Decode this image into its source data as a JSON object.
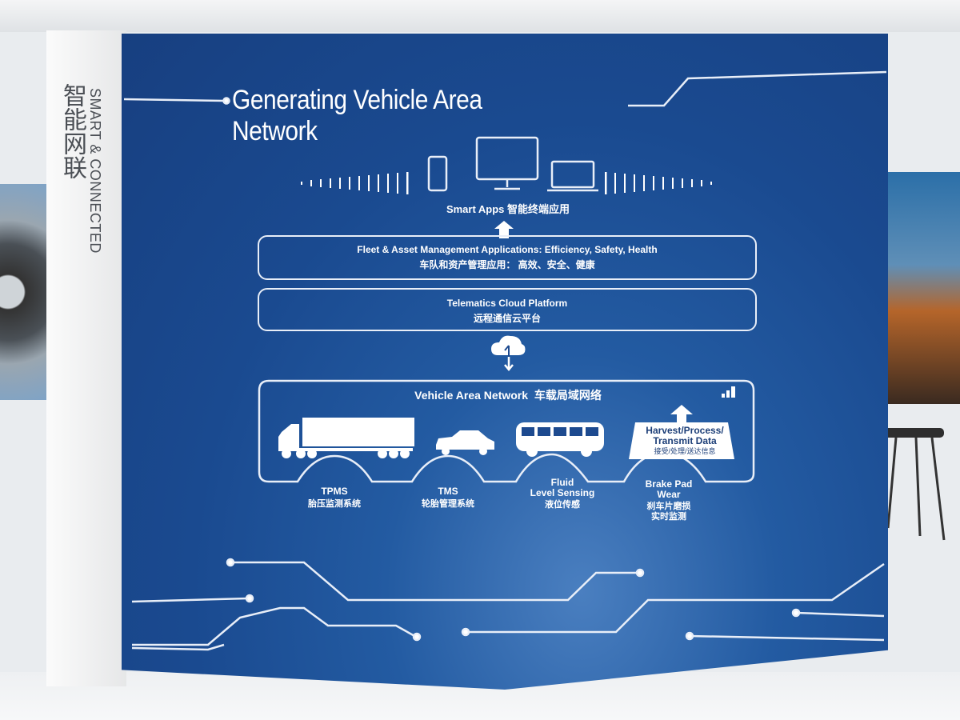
{
  "sidebar": {
    "english": "SMART & CONNECTED",
    "chinese": "智能网联"
  },
  "board": {
    "title": "Generating Vehicle Area Network",
    "smart_apps": {
      "en": "Smart Apps",
      "cn": "智能终端应用"
    },
    "fleet": {
      "en": "Fleet & Asset Management Applications: Efficiency, Safety, Health",
      "cn": "车队和资产管理应用： 高效、安全、健康"
    },
    "cloud": {
      "en": "Telematics Cloud Platform",
      "cn": "远程通信云平台"
    },
    "van": {
      "en": "Vehicle Area Network",
      "cn": "车载局域网络"
    },
    "harvest": {
      "en1": "Harvest/Process/",
      "en2": "Transmit Data",
      "cn": "接受/处理/送达信息"
    },
    "sensors": [
      {
        "l1": "TPMS",
        "l2": "",
        "cn1": "胎压监测系统",
        "cn2": ""
      },
      {
        "l1": "TMS",
        "l2": "",
        "cn1": "轮胎管理系统",
        "cn2": ""
      },
      {
        "l1": "Fluid",
        "l2": "Level Sensing",
        "cn1": "液位传感",
        "cn2": ""
      },
      {
        "l1": "Brake Pad",
        "l2": "Wear",
        "cn1": "刹车片磨损",
        "cn2": "实时监测"
      }
    ]
  },
  "colors": {
    "board": "#1d4a8f",
    "line": "#e8eef8"
  }
}
